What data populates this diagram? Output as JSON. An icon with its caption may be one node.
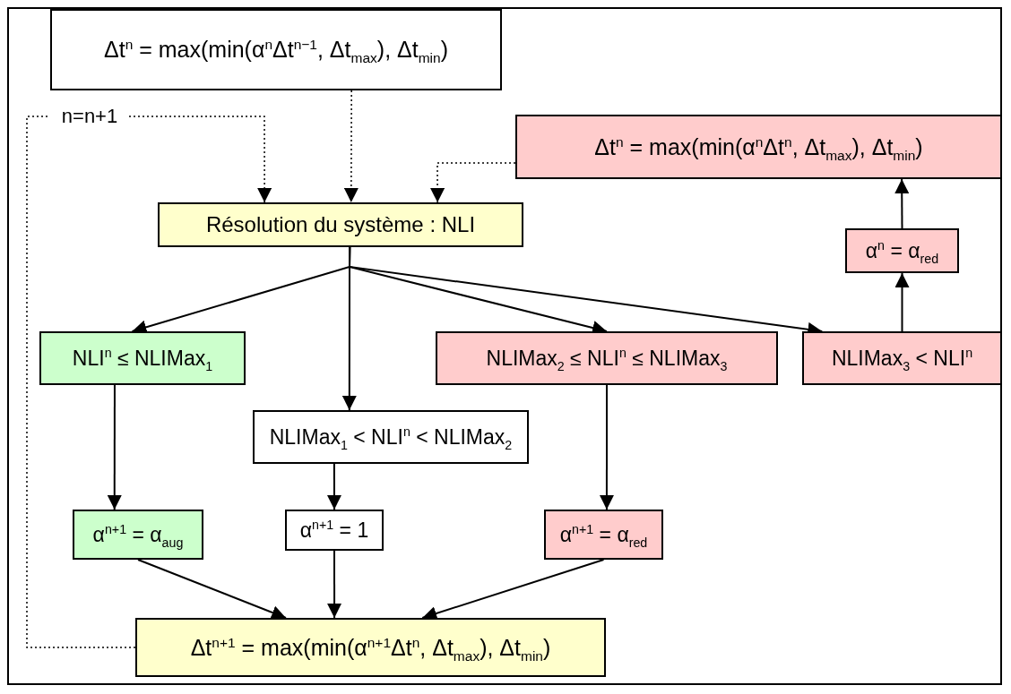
{
  "diagram": {
    "nodes": [
      {
        "text": [
          "Δt$^{n}$ = max(min(α$^{n}$Δt$^{n−1}$, Δt$_{max}$), Δt$_{min}$)"
        ]
      },
      {
        "text": [
          "n=n+1"
        ]
      },
      {
        "text": [
          "Δt$^{n}$ = max(min(α$^{n}$Δt$^{n}$, Δt$_{max}$), Δt$_{min}$)"
        ]
      },
      {
        "text": [
          "Résolution du système : NLI"
        ]
      },
      {
        "text": [
          "NLI$^{n}$ ≤ NLIMax$_{1}$"
        ]
      },
      {
        "text": [
          "NLIMax$_{2}$ ≤ NLI$^{n}$ ≤ NLIMax$_{3}$"
        ]
      },
      {
        "text": [
          "NLIMax$_{3}$ < NLI$^{n}$"
        ]
      },
      {
        "text": [
          "α$^{n}$ = α$_{red}$"
        ]
      },
      {
        "text": [
          "NLIMax$_{1}$ < NLI$^{n}$ < NLIMax$_{2}$"
        ]
      },
      {
        "text": [
          "α$^{n+1}$ = α$_{aug}$"
        ]
      },
      {
        "text": [
          "α$^{n+1}$ = 1"
        ]
      },
      {
        "text": [
          "α$^{n+1}$ = α$_{red}$"
        ]
      },
      {
        "text": [
          "Δt$^{n+1}$ = max(min(α$^{n+1}$Δt$^{n}$, Δt$_{max}$), Δt$_{min}$)"
        ]
      }
    ],
    "edges": [
      {
        "from": 1,
        "to": 3,
        "arrow": "to",
        "style": "dashed"
      },
      {
        "from": 0,
        "to": 3,
        "arrow": "to",
        "style": "dashed"
      },
      {
        "from": 2,
        "to": 3,
        "arrow": "to",
        "style": "dashed"
      },
      {
        "from": 3,
        "to": 4,
        "arrow": "to"
      },
      {
        "from": 3,
        "to": 8,
        "arrow": "to"
      },
      {
        "from": 3,
        "to": 5,
        "arrow": "to"
      },
      {
        "from": 3,
        "to": 6,
        "arrow": "to"
      },
      {
        "from": 6,
        "to": 7,
        "arrow": "to"
      },
      {
        "from": 7,
        "to": 2,
        "arrow": "to"
      },
      {
        "from": 4,
        "to": 9,
        "arrow": "to"
      },
      {
        "from": 8,
        "to": 10,
        "arrow": "to"
      },
      {
        "from": 5,
        "to": 11,
        "arrow": "to"
      },
      {
        "from": 9,
        "to": 12,
        "arrow": "to"
      },
      {
        "from": 10,
        "to": 12,
        "arrow": "to"
      },
      {
        "from": 11,
        "to": 12,
        "arrow": "to"
      },
      {
        "from": 12,
        "to": 1,
        "arrow": "none",
        "style": "dashed"
      }
    ]
  }
}
